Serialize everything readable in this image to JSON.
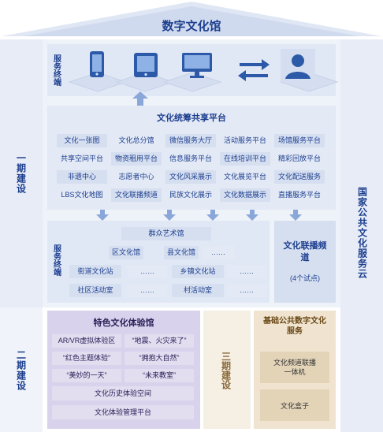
{
  "title": "数字文化馆",
  "side_labels": {
    "phase1": "一期建设",
    "phase2": "二期建设",
    "phase3": "三期建设",
    "cloud": "国家公共文化服务云"
  },
  "terminal_top": {
    "label": "服务终端",
    "devices": [
      "phone-icon",
      "tablet-icon",
      "monitor-icon",
      "user-icon"
    ]
  },
  "platform": {
    "title": "文化统筹共享平台",
    "rows": [
      [
        "文化一张图",
        "文化总分馆",
        "微信服务大厅",
        "活动服务平台",
        "场馆服务平台"
      ],
      [
        "共享空间平台",
        "物资租用平台",
        "信息服务平台",
        "在线培训平台",
        "精彩回放平台"
      ],
      [
        "非遗中心",
        "志愿者中心",
        "文化风采展示",
        "文化展览平台",
        "文化配送服务"
      ],
      [
        "LBS文化地图",
        "文化联播频道",
        "民族文化展示",
        "文化数据展示",
        "直播服务平台"
      ]
    ]
  },
  "terminal_bottom": {
    "label": "服务终端",
    "top": "群众艺术馆",
    "row2": [
      "区文化馆",
      "县文化馆",
      "……"
    ],
    "row3": [
      "街道文化站",
      "……",
      "乡镇文化站",
      "……"
    ],
    "row4": [
      "社区活动室",
      "……",
      "村活动室",
      "……"
    ]
  },
  "broadcast": {
    "title": "文化联播频道",
    "sub": "(4个试点)"
  },
  "experience": {
    "title": "特色文化体验馆",
    "items": [
      [
        "AR/VR虚拟体验区",
        "“地震、火灾来了”"
      ],
      [
        "“红色主题体验”",
        "“拥抱大自然”"
      ],
      [
        "“美妙的一天”",
        "“未来教室”"
      ]
    ],
    "wide": [
      "文化历史体验空间",
      "文化体验管理平台"
    ]
  },
  "basic": {
    "title": "基础公共数字文化服务",
    "items": [
      "文化频道联播一体机",
      "文化盒子"
    ]
  },
  "colors": {
    "navy": "#1d3f8f",
    "band": "#e7ecf6",
    "purple": "#d3cce8",
    "tan": "#f2e7d6"
  }
}
